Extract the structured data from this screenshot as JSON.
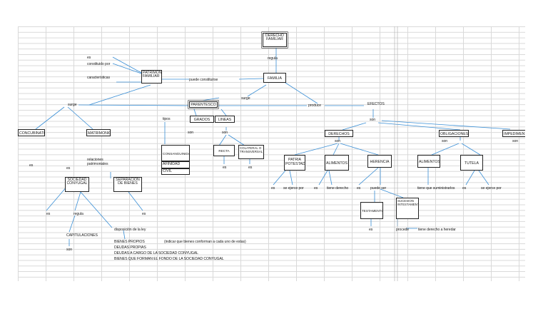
{
  "nodes": {
    "derecho_familiar": "DERECHO FAMILIAR",
    "regula_top": "regula",
    "familia": "FAMILIA",
    "es": "es",
    "constituido_por": "constituido por",
    "caracteristicas": "características",
    "patrimonio_familiar": "PATRIMONIO FAMILIAR",
    "puede_constituirse": "puede constituirse",
    "surge_right": "surge",
    "surge_left": "surge",
    "parentesco": "PARENTESCO",
    "produce": "produce",
    "efectos": "EFECTOS",
    "tipos": "tipos",
    "grados": "GRADOS",
    "lineas": "LINEAS",
    "son_grados": "son",
    "son_lineas": "son",
    "son_efectos": "son",
    "concubinato": "CONCUBINATO",
    "matrimonio": "MATRIMONIO",
    "consanguinidad": "CONSANGUINIDAD",
    "afinidad": "AFINIDAD",
    "civil": "CIVIL",
    "recta": "RECTA",
    "colateral": "COLATERAL O TRANSVERSAL",
    "es_recta": "es",
    "es_colateral": "es",
    "derechos": "DERECHOS",
    "son_derechos": "son",
    "obligaciones": "OBLIGACIONES",
    "son_obligaciones": "son",
    "impedimentos": "IMPEDIMENT",
    "son_impedimentos": "son",
    "es_concubinato": "es",
    "es_matrimonio": "es",
    "relaciones": "relaciones patrimoniales",
    "patria_potestad": "PATRIA POTESTAD",
    "alimentos_der": "ALIMENTOS",
    "herencia": "HERENCIA",
    "alimentos_obl": "ALIMENTOS",
    "tutela": "TUTELA",
    "sociedad_conyugal": "SOCIEDAD CONYUGAL",
    "separacion": "SEPARACION DE BIENES",
    "es_pp": "es",
    "se_ejerce_pp": "se ejerce por",
    "es_alim": "es",
    "tiene_derecho": "tiene derecho",
    "es_her": "es",
    "puede_ser": "puede ser",
    "tiene_suministrarlos": "tiene que suministrarlos",
    "es_tut": "es",
    "se_ejerce_tut": "se ejerce por",
    "testamento": "TESTAMENTO",
    "sucesion": "SUCESION INTESTAMENTARIA",
    "es_sc": "es",
    "regula_sc": "regula",
    "es_sep": "es",
    "disposicion": "disposición de la ley",
    "es_test": "es",
    "procede": "procede",
    "tiene_derecho_heredar": "tiene derecho a heredar",
    "capitulaciones": "CAPITULACIONES",
    "son_cap": "son",
    "bienes_propios": "BIENES PROPIOS",
    "indicar": "(indicar que bienes conforman a cada uno de estas)",
    "deudas_propias": "DEUDAS PROPIAS",
    "deudas_cargo": "DEUDAS A CARGO DE LA SOCIEDAD CONYUGAL",
    "bienes_fondo": "BIENES QUE FORMAN EL FONDO DE LA SOCIEDAD CONYUGAL"
  },
  "colors": {
    "line": "#3a8fd6",
    "box_border": "#222222",
    "grid": "#d9d9d9"
  }
}
